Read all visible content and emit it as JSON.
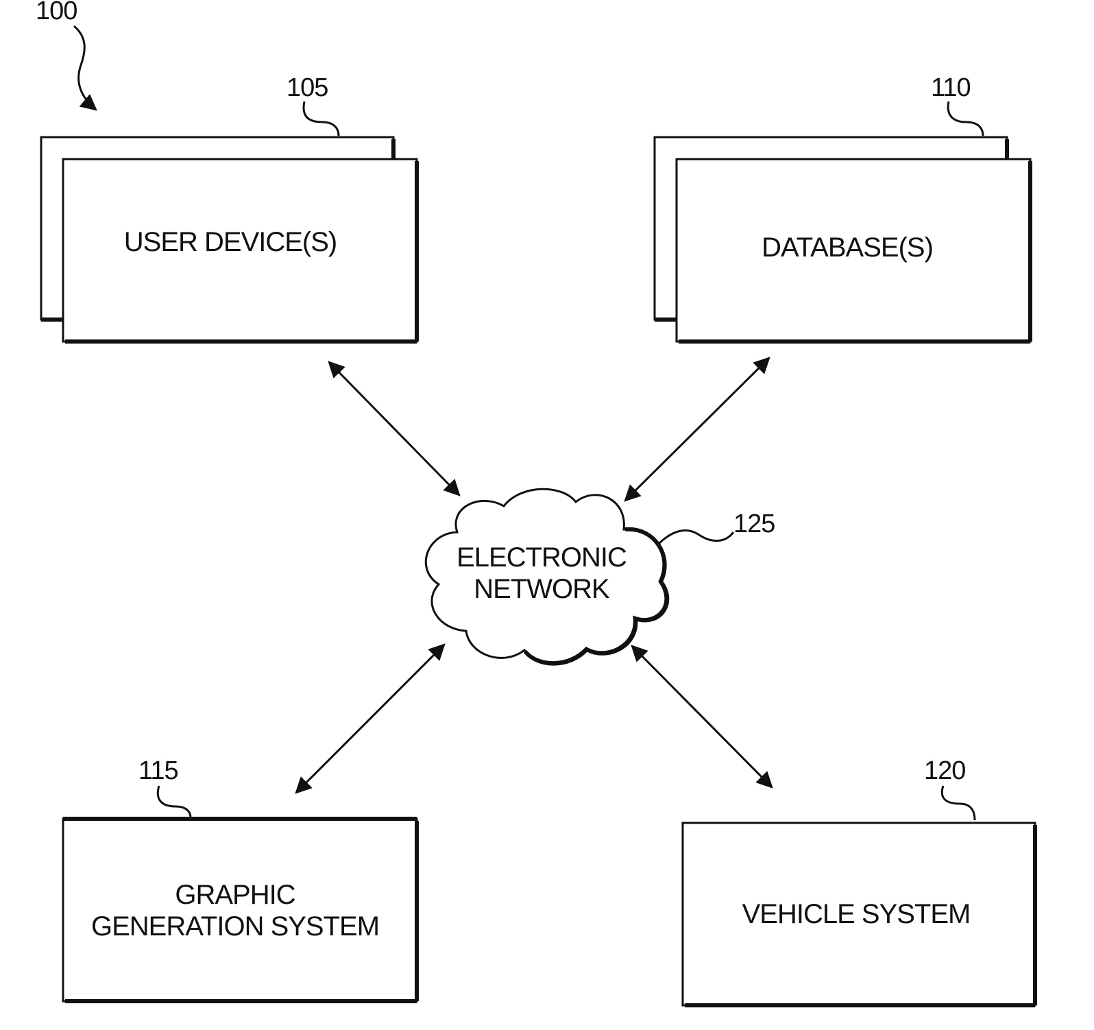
{
  "figure": {
    "reference": "100"
  },
  "nodes": {
    "user_devices": {
      "label": "USER DEVICE(S)",
      "reference": "105"
    },
    "databases": {
      "label": "DATABASE(S)",
      "reference": "110"
    },
    "graphic_generation": {
      "label_line1": "GRAPHIC",
      "label_line2": "GENERATION SYSTEM",
      "reference": "115"
    },
    "vehicle_system": {
      "label": "VEHICLE SYSTEM",
      "reference": "120"
    },
    "electronic_network": {
      "label_line1": "ELECTRONIC",
      "label_line2": "NETWORK",
      "reference": "125"
    }
  },
  "connections": [
    {
      "from": "user_devices",
      "to": "electronic_network",
      "direction": "bidirectional"
    },
    {
      "from": "databases",
      "to": "electronic_network",
      "direction": "bidirectional"
    },
    {
      "from": "graphic_generation",
      "to": "electronic_network",
      "direction": "bidirectional"
    },
    {
      "from": "vehicle_system",
      "to": "electronic_network",
      "direction": "bidirectional"
    }
  ]
}
